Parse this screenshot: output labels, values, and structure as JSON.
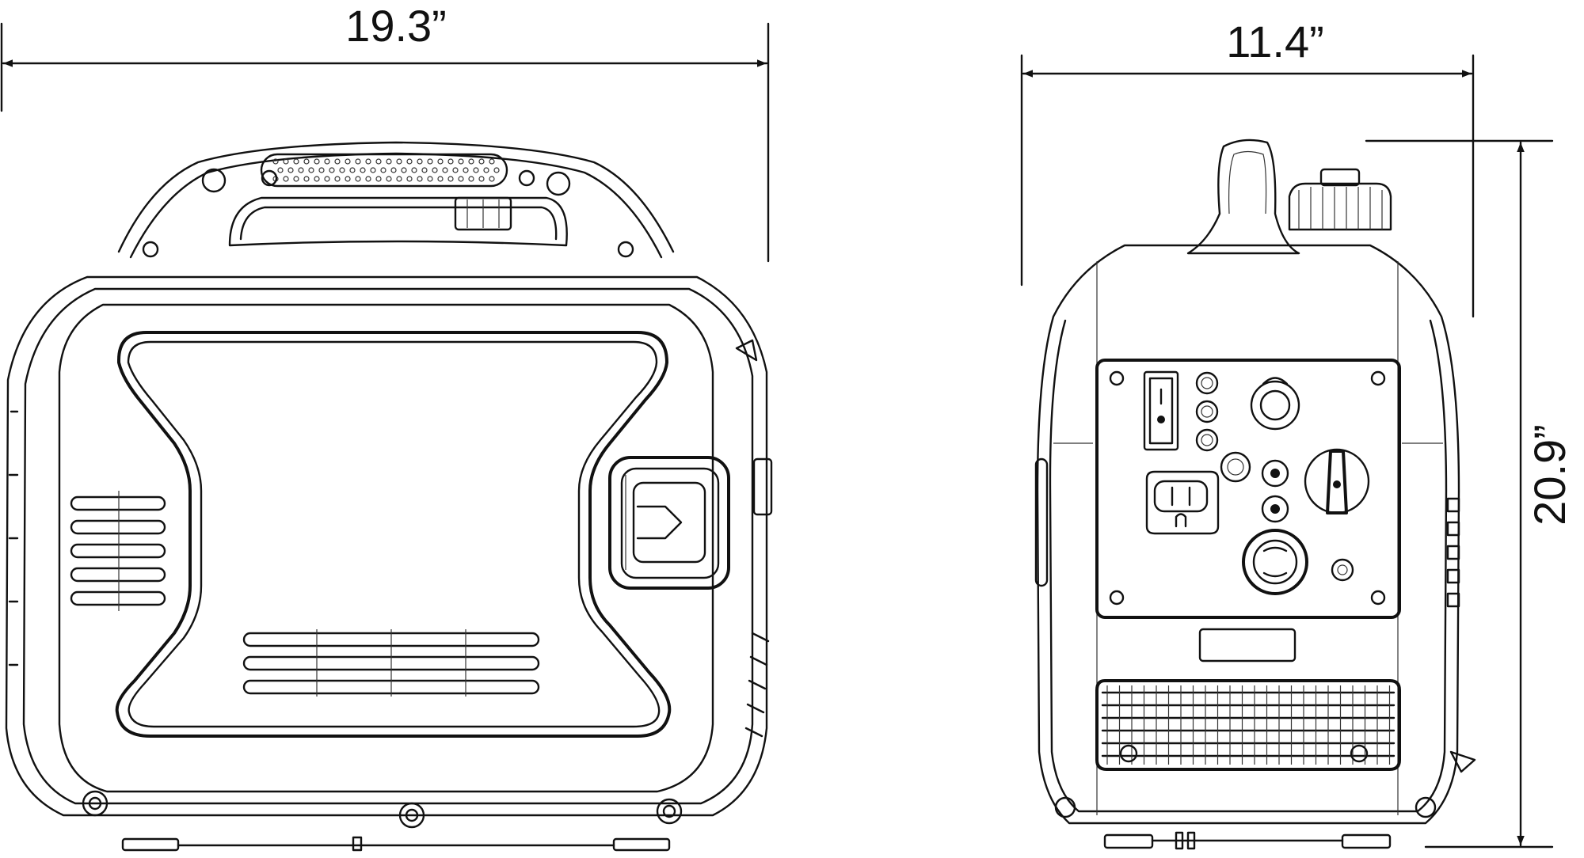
{
  "front_view": {
    "width_label": "19.3”"
  },
  "side_view": {
    "width_label": "11.4”",
    "height_label": "20.9”"
  },
  "colors": {
    "line": "#111111",
    "background": "#ffffff"
  }
}
